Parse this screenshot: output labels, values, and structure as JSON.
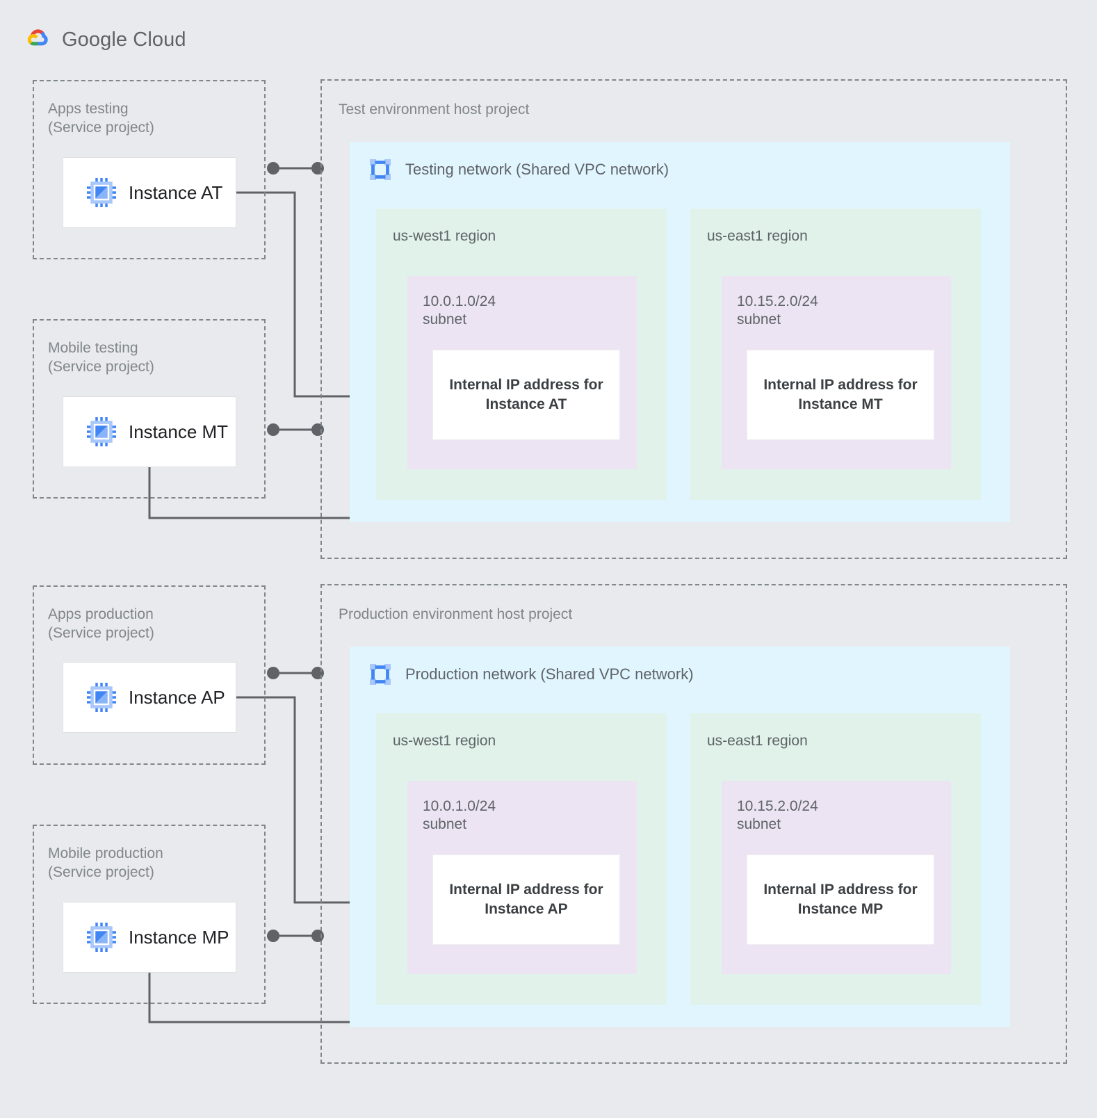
{
  "brand": {
    "logo_icon": "google-cloud-logo-icon",
    "name_bold": "Google",
    "name_light": " Cloud"
  },
  "colors": {
    "page_background": "#e8eaed",
    "vpc_network": "#e1f5fe",
    "region": "#e0f2e9",
    "subnet": "#ece4f3",
    "card": "#ffffff",
    "dashed_border": "#80868b",
    "connector": "#5f6368",
    "label_text": "#5f6368",
    "icon_blue_dark": "#4285f4",
    "icon_blue_light": "#a8c7fa"
  },
  "environments": [
    {
      "id": "test",
      "host_project": {
        "label": "Test environment host project"
      },
      "network": {
        "label": "Testing network (Shared VPC network)",
        "icon": "vpc-network-icon"
      },
      "service_projects": [
        {
          "id": "apps-testing",
          "label": "Apps testing\n(Service project)",
          "instance": {
            "label": "Instance AT",
            "icon": "vm-instance-icon"
          }
        },
        {
          "id": "mobile-testing",
          "label": "Mobile testing\n(Service project)",
          "instance": {
            "label": "Instance MT",
            "icon": "vm-instance-icon"
          }
        }
      ],
      "regions": [
        {
          "id": "us-west1",
          "label": "us-west1 region",
          "subnet": {
            "label": "10.0.1.0/24\nsubnet"
          },
          "ip_card": {
            "label": "Internal IP address for\nInstance AT"
          }
        },
        {
          "id": "us-east1",
          "label": "us-east1 region",
          "subnet": {
            "label": "10.15.2.0/24\nsubnet"
          },
          "ip_card": {
            "label": "Internal IP address for\nInstance MT"
          }
        }
      ]
    },
    {
      "id": "production",
      "host_project": {
        "label": "Production environment host project"
      },
      "network": {
        "label": "Production network (Shared VPC network)",
        "icon": "vpc-network-icon"
      },
      "service_projects": [
        {
          "id": "apps-production",
          "label": "Apps production\n(Service project)",
          "instance": {
            "label": "Instance AP",
            "icon": "vm-instance-icon"
          }
        },
        {
          "id": "mobile-production",
          "label": "Mobile production\n(Service project)",
          "instance": {
            "label": "Instance MP",
            "icon": "vm-instance-icon"
          }
        }
      ],
      "regions": [
        {
          "id": "us-west1",
          "label": "us-west1 region",
          "subnet": {
            "label": "10.0.1.0/24\nsubnet"
          },
          "ip_card": {
            "label": "Internal IP address for\nInstance AP"
          }
        },
        {
          "id": "us-east1",
          "label": "us-east1 region",
          "subnet": {
            "label": "10.15.2.0/24\nsubnet"
          },
          "ip_card": {
            "label": "Internal IP address for\nInstance MP"
          }
        }
      ]
    }
  ]
}
